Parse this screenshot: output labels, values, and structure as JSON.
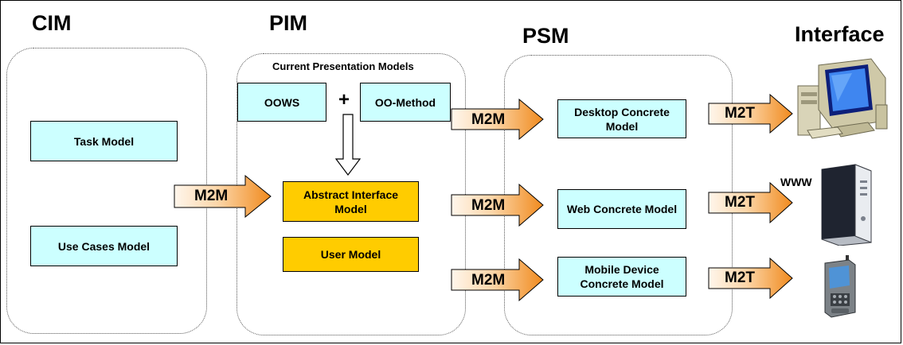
{
  "columns": {
    "cim": "CIM",
    "pim": "PIM",
    "psm": "PSM",
    "interface": "Interface"
  },
  "pim": {
    "subtitle": "Current Presentation Models",
    "oows": "OOWS",
    "plus": "+",
    "oo_method": "OO-Method",
    "abstract_interface": "Abstract Interface Model",
    "user_model": "User Model"
  },
  "cim": {
    "task_model": "Task Model",
    "use_cases_model": "Use Cases Model"
  },
  "psm": {
    "desktop": "Desktop Concrete Model",
    "web": "Web Concrete Model",
    "mobile": "Mobile Device Concrete Model"
  },
  "arrows": {
    "cim_to_pim": "M2M",
    "pim_to_desktop": "M2M",
    "pim_to_web": "M2M",
    "pim_to_mobile": "M2M",
    "desktop_to_interface": "M2T",
    "web_to_interface": "M2T",
    "mobile_to_interface": "M2T"
  },
  "interface": {
    "www": "WWW",
    "devices": [
      "desktop-computer-icon",
      "web-server-icon",
      "pda-icon"
    ]
  },
  "colors": {
    "cyan_box": "#ccffff",
    "gold_box": "#ffcc00",
    "arrow_light": "#fff3e6",
    "arrow_dark": "#f08a1e"
  }
}
